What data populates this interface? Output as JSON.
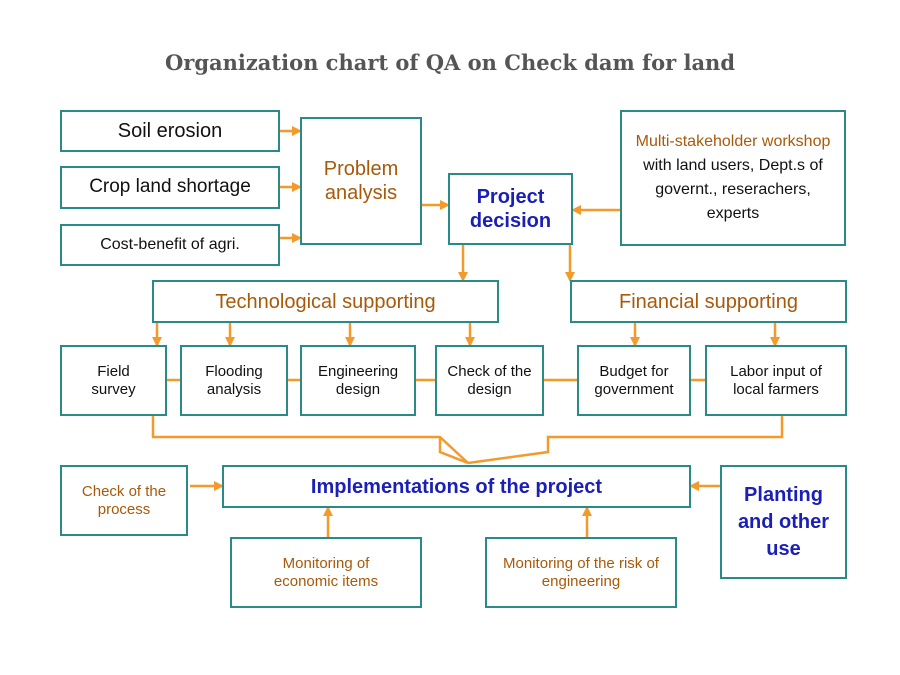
{
  "title": "Organization chart of QA on Check dam for land",
  "nodes": {
    "soil_erosion": "Soil erosion",
    "crop_land": "Crop land shortage",
    "cost_benefit": "Cost-benefit of agri.",
    "problem_analysis": "Problem analysis",
    "project_decision": "Project decision",
    "workshop_line1_brown": "Multi-stakeholder workshop",
    "workshop_line1_black": " with land users, Dept.s of governt.,  reserachers, experts",
    "tech_supporting": "Technological supporting",
    "fin_supporting": "Financial supporting",
    "field_survey": "Field survey",
    "flooding_analysis": "Flooding analysis",
    "engineering_design": "Engineering design",
    "check_design": "Check of the design",
    "budget": "Budget for government",
    "labor": "Labor input of local farmers",
    "check_process": "Check of the process",
    "implementation": "Implementations of the project",
    "planting": "Planting and other use",
    "monitor_economic": "Monitoring of economic items",
    "monitor_risk": "Monitoring of the risk of engineering"
  },
  "colors": {
    "border": "#2a8a8a",
    "arrow": "#f39a2b",
    "brown_text": "#a8590a",
    "blue_text": "#1a1fb5"
  }
}
